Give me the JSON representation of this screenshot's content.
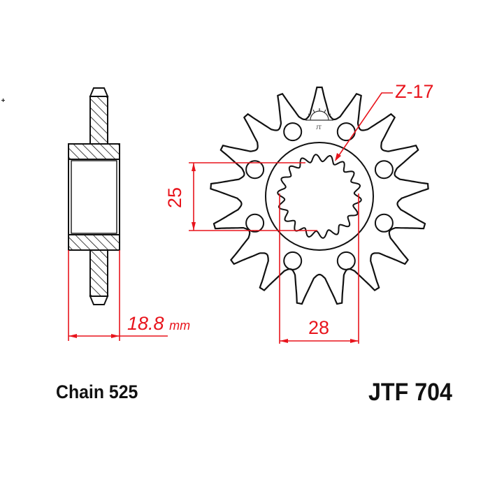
{
  "diagram": {
    "type": "technical-drawing",
    "subject": "front sprocket",
    "colors": {
      "outline": "#111111",
      "dimension": "#e8141c",
      "background": "#ffffff"
    }
  },
  "side_view": {
    "thickness": "18.8",
    "thickness_unit": "mm"
  },
  "front_view": {
    "teeth_label": "Z-17",
    "teeth_count": 17,
    "spline_diameter": "25",
    "spline_width": "28",
    "mounting_holes": 8,
    "logo": "sun-logo"
  },
  "captions": {
    "chain": "Chain 525",
    "part_number": "JTF 704"
  }
}
